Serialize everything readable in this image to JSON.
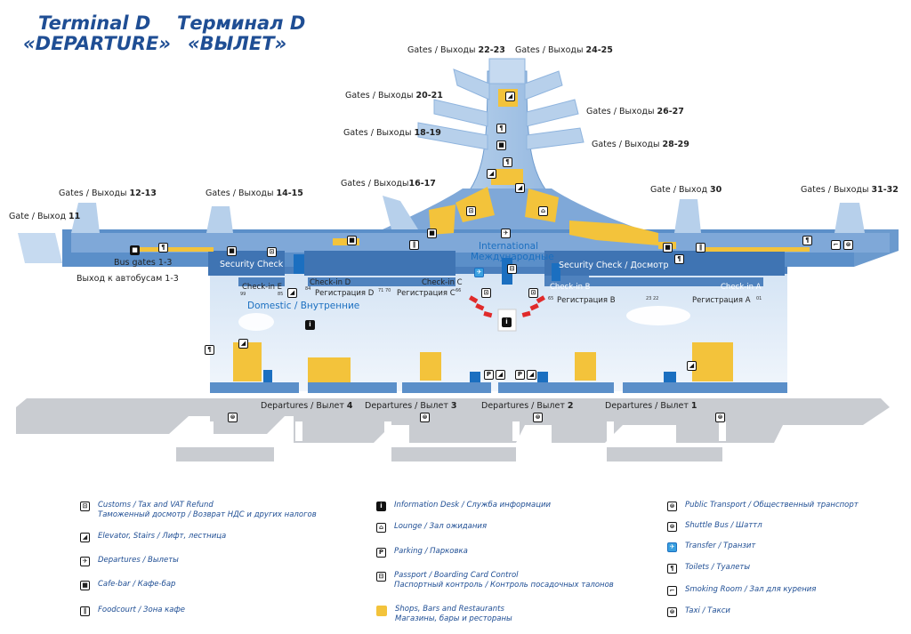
{
  "titles": {
    "en_line1": "Terminal D",
    "en_line2": "«DEPARTURE»",
    "ru_line1": "Терминал D",
    "ru_line2": "«ВЫЛЕТ»"
  },
  "colors": {
    "title_blue": "#1f4e94",
    "terminal_blue": "#5b8fc9",
    "floor_light": "#dde9f6",
    "shops_yellow": "#f3c33b",
    "domestic_blue": "#1b6fc0",
    "road_grey": "#c9ccd1"
  },
  "gates": {
    "g22_23_text": "Gates / Выходы ",
    "g22_23_num": "22-23",
    "g24_25_text": "Gates / Выходы ",
    "g24_25_num": "24-25",
    "g20_21_text": "Gates / Выходы ",
    "g20_21_num": "20-21",
    "g26_27_text": "Gates / Выходы ",
    "g26_27_num": "26-27",
    "g18_19_text": "Gates / Выходы ",
    "g18_19_num": "18-19",
    "g28_29_text": "Gates / Выходы ",
    "g28_29_num": "28-29",
    "g16_17_text": "Gates / Выходы",
    "g16_17_num": "16-17",
    "g12_13_text": "Gates / Выходы ",
    "g12_13_num": "12-13",
    "g14_15_text": "Gates / Выходы ",
    "g14_15_num": "14-15",
    "g30_text": "Gate / Выход ",
    "g30_num": "30",
    "g31_32_text": "Gates / Выходы ",
    "g31_32_num": "31-32",
    "g11_text": "Gate / Выход ",
    "g11_num": "11"
  },
  "zones": {
    "bus_gates": "Bus gates 1-3",
    "bus_gates_ru": "Выход к автобусам 1-3",
    "security_left": "Security Check",
    "security_right": "Security Check / Досмотр",
    "checkin_e": "Check-in  E",
    "checkin_d": "Check-in  D",
    "reg_d": "Регистрация D",
    "checkin_c": "Check-in  C",
    "reg_c": "Регистрация C",
    "checkin_b": "Check-in  B",
    "reg_b": "Регистрация  B",
    "checkin_a": "Check-in  A",
    "reg_a": "Регистрация  A",
    "domestic": "Domestic / Внутренние",
    "international": "International",
    "international_ru": "Международные"
  },
  "counters": {
    "c99": "99",
    "c85": "85",
    "c84": "84",
    "c71_70": "71  70",
    "c66": "66",
    "c65": "65",
    "c23_22": "23  22",
    "c01": "01"
  },
  "departures": {
    "d4": "Departures / Вылет ",
    "d4_num": "4",
    "d3": "Departures / Вылет ",
    "d3_num": "3",
    "d2": "Departures / Вылет ",
    "d2_num": "2",
    "d1": "Departures / Вылет ",
    "d1_num": "1"
  },
  "legend": {
    "customs_1": "Customs / Tax and VAT Refund",
    "customs_2": "Таможенный досмотр / Возврат НДС и других налогов",
    "elevator": "Elevator, Stairs  /  Лифт, лестница",
    "departures": "Departures  /  Вылеты",
    "cafebar": "Cafe-bar  /  Кафе-бар",
    "foodcourt": "Foodcourt  /  Зона кафе",
    "info": "Information Desk  /  Служба информации",
    "lounge": "Lounge  /  Зал ожидания",
    "parking": "Parking  /  Парковка",
    "passport_1": "Passport / Boarding Card Control",
    "passport_2": "Паспортный контроль / Контроль посадочных талонов",
    "shops_1": "Shops, Bars and Restaurants",
    "shops_2": "Магазины, бары и рестораны",
    "public_transport": "Public Transport  /  Общественный транспорт",
    "shuttle": "Shuttle Bus  /  Шаттл",
    "transfer": "Transfer  /  Транзит",
    "toilets": "Toilets  /  Туалеты",
    "smoking": "Smoking Room  /  Зал для курения",
    "taxi": "Taxi  /  Такси"
  },
  "icons": {
    "customs": "customs-icon",
    "elevator": "elevator-icon",
    "departures": "departures-icon",
    "cafebar": "cafebar-icon",
    "foodcourt": "foodcourt-icon",
    "info": "info-icon",
    "lounge": "lounge-icon",
    "parking": "parking-icon",
    "passport": "passport-icon",
    "shops": "shops-swatch",
    "public_transport": "bus-icon",
    "shuttle": "shuttle-icon",
    "transfer": "transfer-icon",
    "toilets": "toilets-icon",
    "smoking": "smoking-icon",
    "taxi": "taxi-icon"
  }
}
